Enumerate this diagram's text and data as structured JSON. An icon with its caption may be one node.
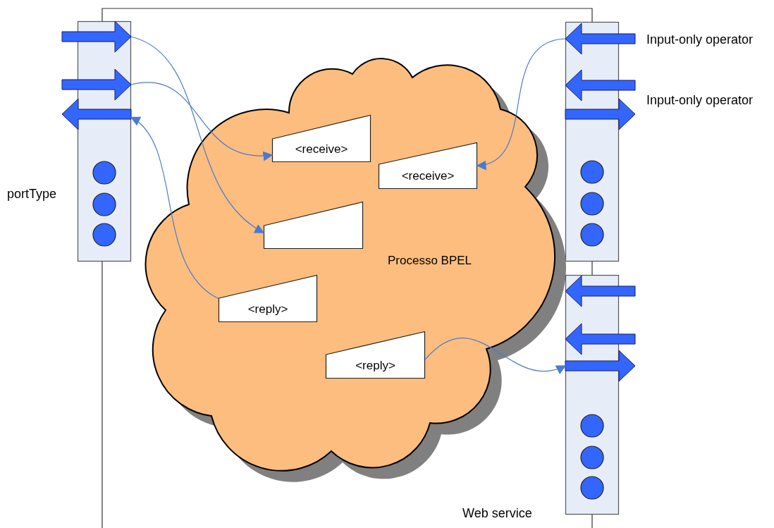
{
  "diagram": {
    "nodes": [
      {
        "text": [],
        "shape": "bar",
        "beside": [
          "portType"
        ]
      },
      {
        "text": [],
        "shape": "arrow"
      },
      {
        "text": [],
        "shape": "arrow"
      },
      {
        "text": [],
        "shape": "arrow"
      },
      {
        "text": [],
        "shape": "bar"
      },
      {
        "text": [],
        "shape": "arrow"
      },
      {
        "text": [],
        "shape": "arrow"
      },
      {
        "text": [],
        "shape": "arrow"
      },
      {
        "text": [
          "Processo BPEL"
        ]
      },
      {
        "text": [
          "<receive>"
        ],
        "in": 8
      },
      {
        "text": [
          "<receive>"
        ],
        "in": 8
      },
      {
        "text": [],
        "shape": "box",
        "in": 8
      },
      {
        "text": [
          "<reply>"
        ],
        "in": 8
      },
      {
        "text": [
          "<reply>"
        ],
        "in": 8
      },
      {
        "text": [],
        "shape": "bar"
      },
      {
        "text": [],
        "shape": "arrow"
      },
      {
        "text": [],
        "shape": "arrow"
      },
      {
        "text": [],
        "shape": "arrow"
      }
    ],
    "edges": [
      {
        "from": 1,
        "to": 11,
        "arrow": "to"
      },
      {
        "from": 2,
        "to": 9,
        "arrow": "to"
      },
      {
        "from": 12,
        "to": 3,
        "arrow": "to"
      },
      {
        "from": 5,
        "to": 10,
        "arrow": "to"
      },
      {
        "from": 13,
        "to": 17,
        "arrow": "to"
      },
      {
        "from": 0,
        "to": 4,
        "arrow": "none",
        "color": "#333333"
      },
      {
        "from": 4,
        "to": 14,
        "arrow": "none",
        "color": "#333333"
      },
      {
        "from": 0,
        "to": null,
        "arrow": "none",
        "color": "#333333"
      },
      {
        "from": 14,
        "to": null,
        "arrow": "none",
        "color": "#333333"
      }
    ],
    "labels": [
      "Input-only operator",
      "Input-only operator",
      "Web service"
    ]
  }
}
